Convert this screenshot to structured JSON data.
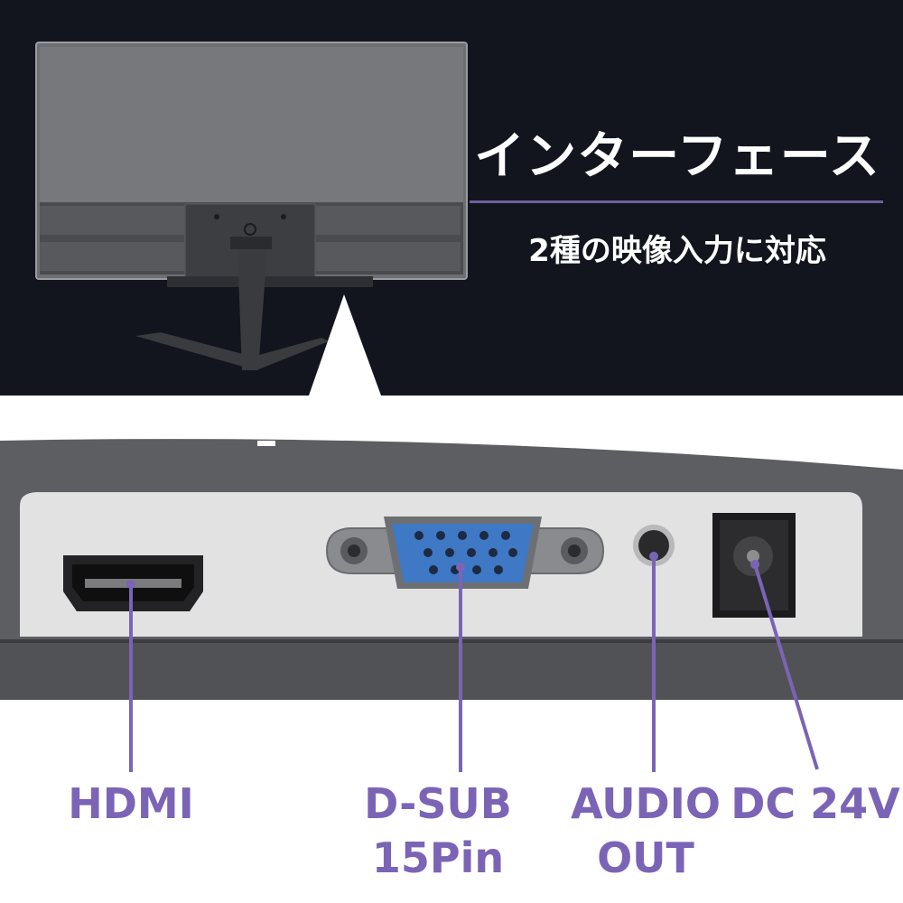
{
  "header": {
    "title": "インターフェース",
    "subtitle": "2種の映像入力に対応"
  },
  "ports": [
    {
      "line1": "HDMI",
      "line2": ""
    },
    {
      "line1": "D-SUB",
      "line2": "15Pin"
    },
    {
      "line1": "AUDIO",
      "line2": "OUT"
    },
    {
      "line1": "DC 24V",
      "line2": ""
    }
  ],
  "colors": {
    "background_dark": "#12151d",
    "accent_purple": "#7b64b6",
    "vga_blue": "#3f78c4"
  }
}
